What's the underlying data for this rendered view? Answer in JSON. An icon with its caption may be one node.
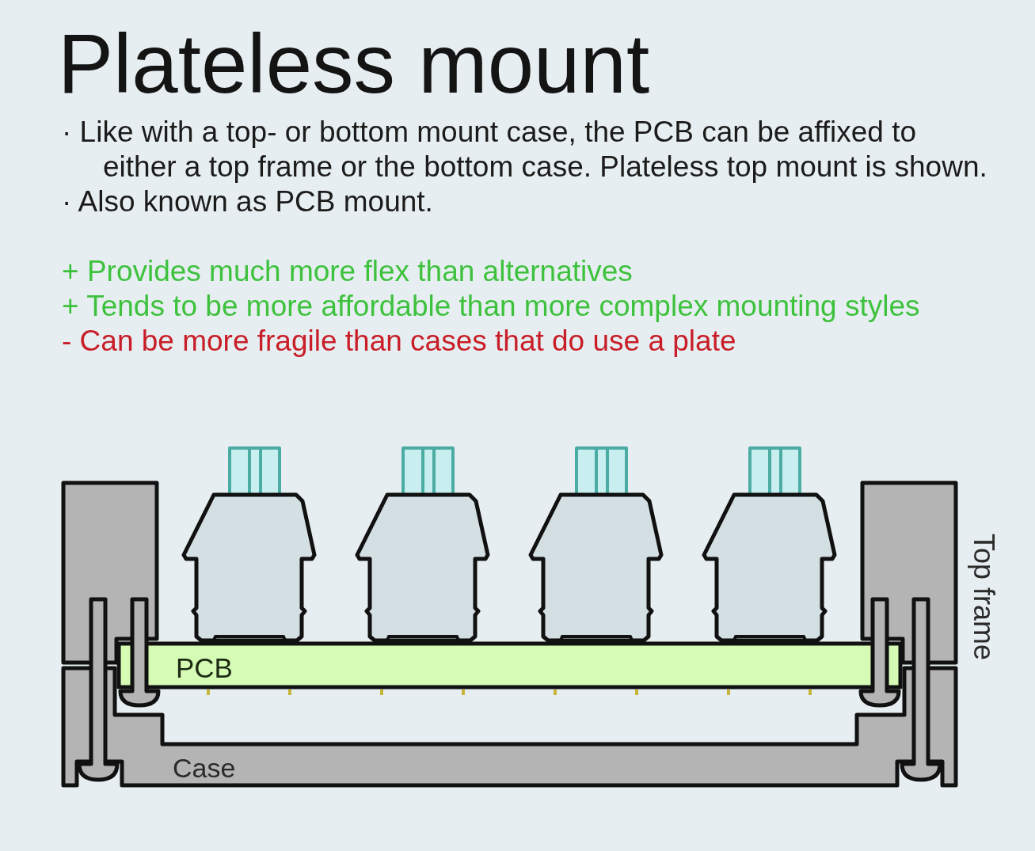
{
  "diagram": {
    "title": "Plateless mount",
    "labels": [
      "· Like with a top- or bottom mount case, the PCB can be affixed to either a top frame or the bottom case. Plateless top mount is shown.",
      "· Also known as PCB mount.",
      "+ Provides much more flex than alternatives",
      "+ Tends to be more affordable than more complex mounting styles",
      "- Can be more fragile than cases that do use a plate",
      "Top frame",
      "PCB",
      "Case"
    ]
  }
}
